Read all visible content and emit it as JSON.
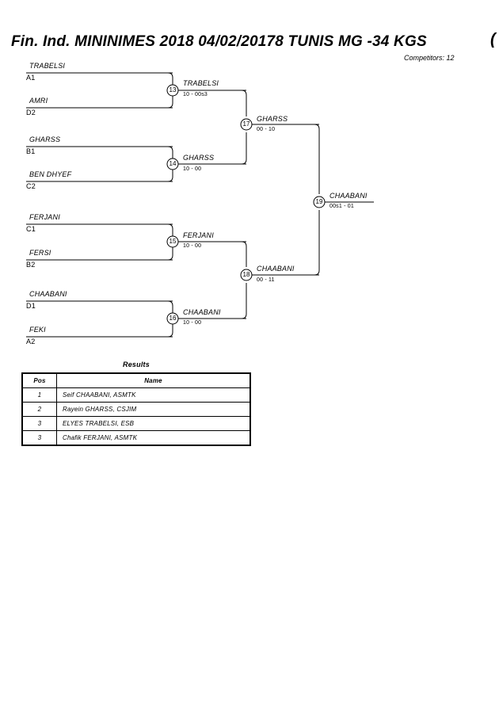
{
  "header": {
    "title": "Fin. Ind. MININIMES 2018  04/02/20178  TUNIS   MG -34 KGS",
    "competitors_label": "Competitors: 12",
    "corner_glyph": "("
  },
  "bracket": {
    "entries": [
      {
        "name": "TRABELSI",
        "seed": "A1"
      },
      {
        "name": "AMRI",
        "seed": "D2"
      },
      {
        "name": "GHARSS",
        "seed": "B1"
      },
      {
        "name": "BEN DHYEF",
        "seed": "C2"
      },
      {
        "name": "FERJANI",
        "seed": "C1"
      },
      {
        "name": "FERSI",
        "seed": "B2"
      },
      {
        "name": "CHAABANI",
        "seed": "D1"
      },
      {
        "name": "FEKI",
        "seed": "A2"
      }
    ],
    "matches": [
      {
        "number": "13",
        "winner": "TRABELSI",
        "score": "10 - 00s3"
      },
      {
        "number": "14",
        "winner": "GHARSS",
        "score": "10 - 00"
      },
      {
        "number": "15",
        "winner": "FERJANI",
        "score": "10 - 00"
      },
      {
        "number": "16",
        "winner": "CHAABANI",
        "score": "10 - 00"
      },
      {
        "number": "17",
        "winner": "GHARSS",
        "score": "00 - 10"
      },
      {
        "number": "18",
        "winner": "CHAABANI",
        "score": "00 - 11"
      },
      {
        "number": "19",
        "winner": "CHAABANI",
        "score": "00s1 - 01"
      }
    ]
  },
  "results": {
    "title": "Results",
    "columns": [
      "Pos",
      "Name"
    ],
    "rows": [
      {
        "pos": "1",
        "name": "Seif CHAABANI, ASMTK"
      },
      {
        "pos": "2",
        "name": "Rayein GHARSS, CSJIM"
      },
      {
        "pos": "3",
        "name": "ELYES TRABELSI, ESB"
      },
      {
        "pos": "3",
        "name": "Chafik FERJANI, ASMTK"
      }
    ]
  }
}
